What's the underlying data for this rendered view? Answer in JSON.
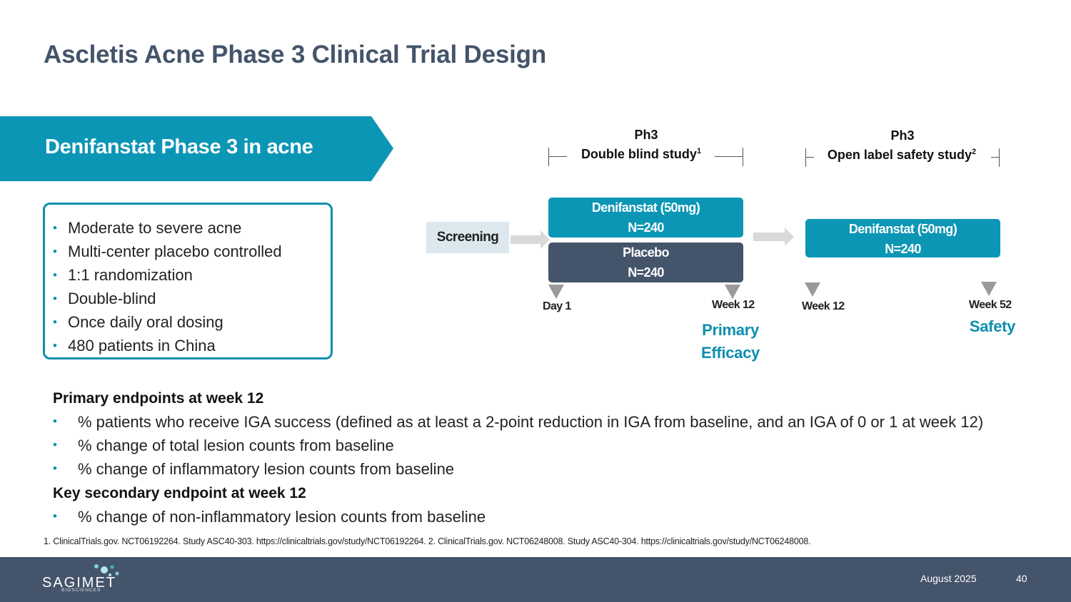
{
  "slide": {
    "title": "Ascletis Acne Phase 3 Clinical Trial Design"
  },
  "banner": {
    "label": "Denifanstat Phase 3 in acne",
    "color": "#0c96b5"
  },
  "criteria": [
    "Moderate to severe acne",
    "Multi-center placebo controlled",
    "1:1 randomization",
    "Double-blind",
    "Once daily oral dosing",
    "480 patients in China"
  ],
  "diagram": {
    "phase1": {
      "line1": "Ph3",
      "line2": "Double blind study",
      "sup": "1"
    },
    "phase2": {
      "line1": "Ph3",
      "line2": "Open label safety study",
      "sup": "2"
    },
    "screening": "Screening",
    "arm_denifanstat": {
      "line1": "Denifanstat (50mg)",
      "line2": "N=240"
    },
    "arm_placebo": {
      "line1": "Placebo",
      "line2": "N=240"
    },
    "arm_openlabel": {
      "line1": "Denifanstat (50mg)",
      "line2": "N=240"
    },
    "timepoints": {
      "day1": "Day 1",
      "week12a": "Week 12",
      "week12b": "Week 12",
      "week52": "Week 52"
    },
    "outcomes": {
      "primary_line1": "Primary",
      "primary_line2": "Efficacy",
      "safety": "Safety"
    },
    "colors": {
      "teal": "#0c96b5",
      "navy": "#44546a",
      "screening_bg": "#dce8ee",
      "arrow": "#d9d9d9",
      "triangle": "#9a9a9a"
    }
  },
  "endpoints": {
    "primary_heading": "Primary endpoints at week 12",
    "primary_items": [
      "% patients who receive IGA success (defined as at least a 2-point reduction in IGA from baseline, and an IGA of 0 or 1 at week 12)",
      "% change of total lesion counts from baseline",
      "% change of inflammatory lesion counts from baseline"
    ],
    "secondary_heading": "Key secondary endpoint at week 12",
    "secondary_items": [
      "% change of non-inflammatory lesion counts from baseline"
    ]
  },
  "footnote": "1. ClinicalTrials.gov. NCT06192264. Study ASC40-303. https://clinicaltrials.gov/study/NCT06192264. 2. ClinicalTrials.gov. NCT06248008. Study ASC40-304. https://clinicaltrials.gov/study/NCT06248008.",
  "footer": {
    "logo": "SAGIMET",
    "logo_sub": "BIOSCIENCES",
    "date": "August 2025",
    "page": "40"
  }
}
